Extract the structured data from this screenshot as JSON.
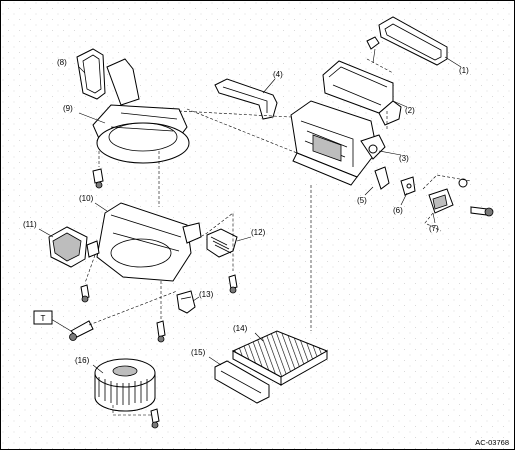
{
  "diagram_code": "AC-03768",
  "torque_symbol": "T",
  "parts": [
    {
      "id": "1",
      "label": "(1)"
    },
    {
      "id": "2",
      "label": "(2)"
    },
    {
      "id": "3",
      "label": "(3)"
    },
    {
      "id": "4",
      "label": "(4)"
    },
    {
      "id": "5",
      "label": "(5)"
    },
    {
      "id": "6",
      "label": "(6)"
    },
    {
      "id": "7",
      "label": "(7)"
    },
    {
      "id": "8",
      "label": "(8)"
    },
    {
      "id": "9",
      "label": "(9)"
    },
    {
      "id": "10",
      "label": "(10)"
    },
    {
      "id": "11",
      "label": "(11)"
    },
    {
      "id": "12",
      "label": "(12)"
    },
    {
      "id": "13",
      "label": "(13)"
    },
    {
      "id": "14",
      "label": "(14)"
    },
    {
      "id": "15",
      "label": "(15)"
    },
    {
      "id": "16",
      "label": "(16)"
    }
  ]
}
